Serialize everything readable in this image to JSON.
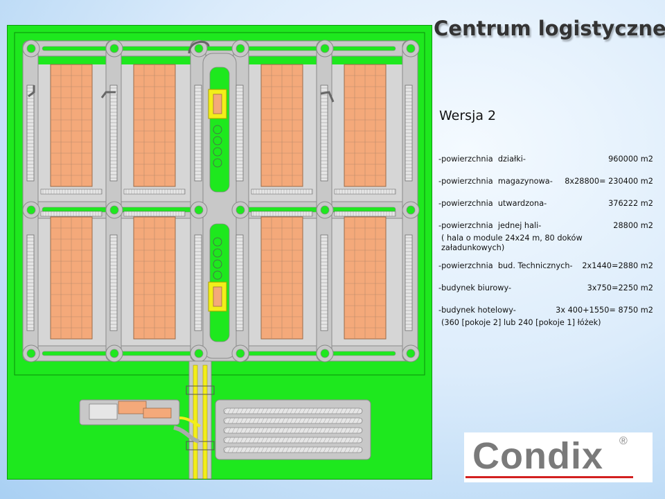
{
  "title": "Centrum logistyczne",
  "subtitle": "Wersja 2",
  "specs": [
    {
      "label": "-powierzchnia  działki-",
      "value": "960000 m2"
    },
    {
      "label": "-powierzchnia  magazynowa-",
      "value": "8x28800= 230400 m2"
    },
    {
      "label": "-powierzchnia  utwardzona-",
      "value": "376222 m2"
    },
    {
      "label": "-powierzchnia  jednej hali-",
      "value": "28800 m2"
    },
    {
      "label": "-powierzchnia  bud. Technicznych-",
      "value": "2x1440=2880 m2"
    },
    {
      "label": "-budynek biurowy-",
      "value": "3x750=2250 m2"
    },
    {
      "label": "-budynek hotelowy-",
      "value": "3x 400+1550= 8750 m2"
    }
  ],
  "hall_note": "( hala o module 24x24 m, 80 doków załadunkowych)",
  "hotel_note": "(360 [pokoje 2] lub 240 [pokoje 1] łóżek)",
  "logo": {
    "text": "Condix",
    "mark": "®"
  },
  "colors": {
    "grass": "#1ee81e",
    "road": "#c8c8c8",
    "hall": "#f4a97a",
    "yard": "#d6d6d6",
    "core": "#f2ee1a"
  }
}
